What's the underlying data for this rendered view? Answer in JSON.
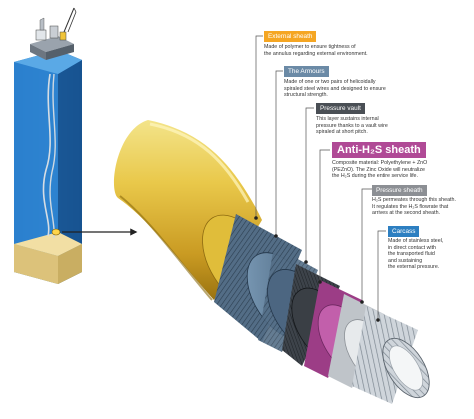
{
  "layers": [
    {
      "title": "External sheath",
      "text": "Made of polymer to ensure tightness of\nthe annulus regarding external environment.",
      "color": "#f5a623"
    },
    {
      "title": "The Armours",
      "text": "Made of one or two pairs of helicoidally\nspiraled steel wires and designed to ensure\nstructural strength.",
      "color": "#6b8aa6"
    },
    {
      "title": "Pressure vault",
      "text": "This layer sustains internal\npressure thanks to a vault wire\nspiraled at short pitch.",
      "color": "#4a4f55"
    },
    {
      "title": "Anti-H₂S sheath",
      "text": "Composite material: Polyethylene + ZnO\n(PEZnO). The Zinc Oxide will neutralize\nthe H₂S during the entire service life.",
      "color": "#b04a96"
    },
    {
      "title": "Pressure sheath",
      "text": "H₂S permeates through this sheath.\nIt regulates the H₂S flowrate that\narrives at the second sheath.",
      "color": "#8c8f94"
    },
    {
      "title": "Carcass",
      "text": "Made of stainless steel,\nin direct contact with\nthe transported fluid\nand sustaining\nthe external pressure.",
      "color": "#2d7fc1"
    }
  ],
  "icons": {
    "platform": "offshore-platform-icon",
    "sea": "sea-column",
    "riser": "flexible-riser",
    "arrow": "zoom-arrow-icon"
  }
}
